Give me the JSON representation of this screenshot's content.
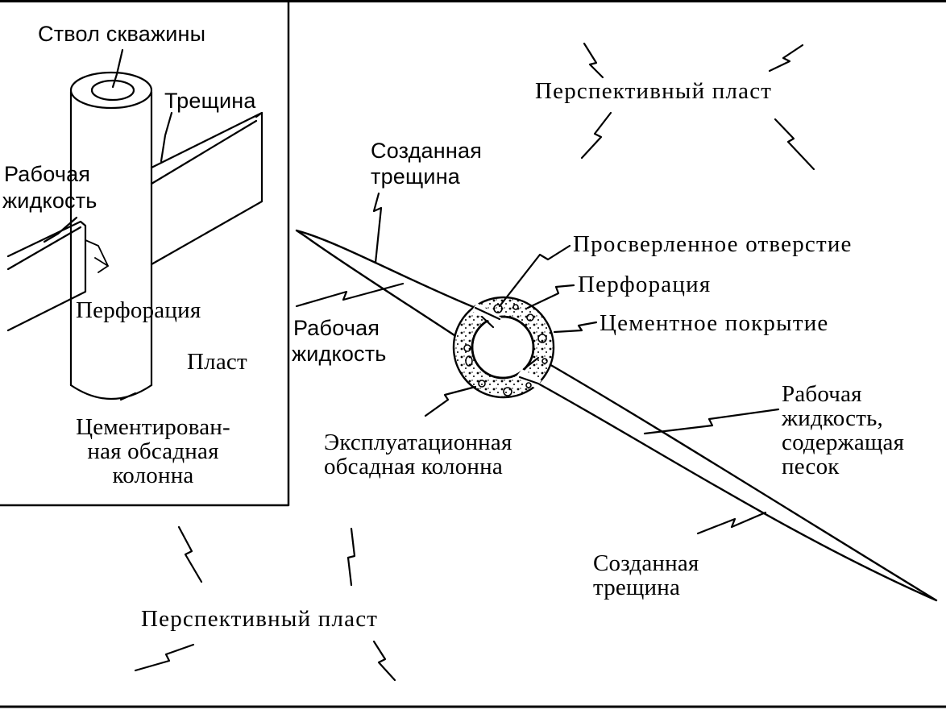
{
  "inset": {
    "wellbore": "Ствол скважины",
    "crack": "Трещина",
    "fluid_line1": "Рабочая",
    "fluid_line2": "жидкость",
    "perforation": "Перфорация",
    "formation": "Пласт",
    "casing_line1": "Цементирован-",
    "casing_line2": "ная обсадная",
    "casing_line3": "колонна"
  },
  "main": {
    "prospective_top": "Перспективный пласт",
    "created_top_line1": "Созданная",
    "created_top_line2": "трещина",
    "drilled_hole": "Просверленное отверстие",
    "perforation": "Перфорация",
    "cement": "Цементное покрытие",
    "fluid_line1": "Рабочая",
    "fluid_line2": "жидкость",
    "sand_line1": "Рабочая",
    "sand_line2": "жидкость,",
    "sand_line3": "содержащая",
    "sand_line4": "песок",
    "production_line1": "Эксплуатационная",
    "production_line2": "обсадная колонна",
    "created_bottom_line1": "Созданная",
    "created_bottom_line2": "трещина",
    "prospective_bottom": "Перспективный пласт"
  }
}
